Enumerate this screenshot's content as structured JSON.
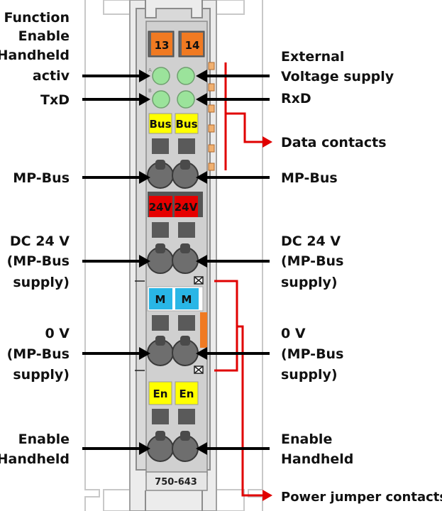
{
  "module": {
    "model": "750-643",
    "colors": {
      "housing": "#d9d9d9",
      "outline": "#8c8c8c",
      "slot": "#5a5a5a",
      "led": "#9be39b",
      "orange": "#f07a22",
      "yellow": "#ffff00",
      "red": "#e60000",
      "blue": "#29b6e6",
      "bracket": "#e00000"
    }
  },
  "tags": {
    "t13": "13",
    "t14": "14",
    "bus_l": "Bus",
    "bus_r": "Bus",
    "v24_l": "24V",
    "v24_r": "24V",
    "m_l": "M",
    "m_r": "M",
    "en_l": "En",
    "en_r": "En"
  },
  "labels": {
    "left": {
      "function_l1": "Function",
      "function_l2": "Enable",
      "function_l3": "Handheld",
      "function_l4": "activ",
      "txd": "TxD",
      "mpbus": "MP-Bus",
      "dc_l1": "DC 24 V",
      "dc_l2": "(MP-Bus",
      "dc_l3": "supply)",
      "ov_l1": "0 V",
      "ov_l2": "(MP-Bus",
      "ov_l3": "supply)",
      "enable_l1": "Enable",
      "enable_l2": "Handheld"
    },
    "right": {
      "ext_l1": "External",
      "ext_l2": "Voltage supply",
      "rxd": "RxD",
      "data_contacts": "Data contacts",
      "mpbus": "MP-Bus",
      "dc_l1": "DC 24 V",
      "dc_l2": "(MP-Bus",
      "dc_l3": "supply)",
      "ov_l1": "0 V",
      "ov_l2": "(MP-Bus",
      "ov_l3": "supply)",
      "enable_l1": "Enable",
      "enable_l2": "Handheld",
      "power_jumper": "Power jumper contacts"
    }
  }
}
